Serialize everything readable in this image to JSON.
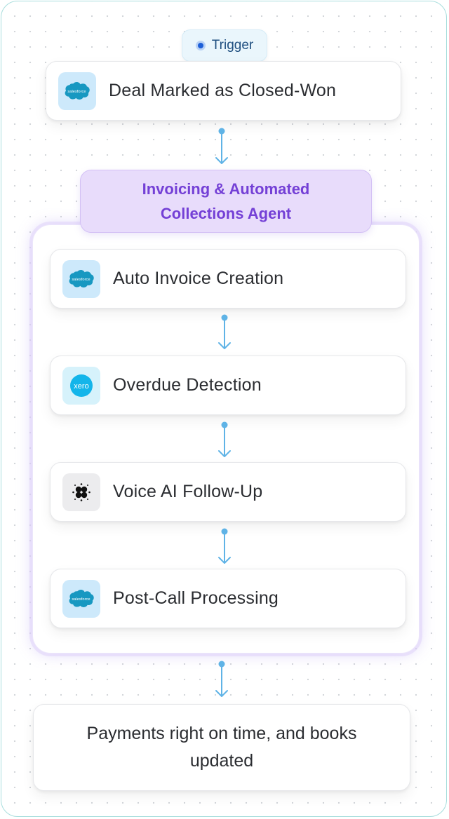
{
  "trigger": {
    "badge_label": "Trigger",
    "card": {
      "label": "Deal Marked as Closed-Won",
      "icon": "salesforce-icon"
    }
  },
  "agent": {
    "title_lines": [
      "Invoicing & Automated",
      "Collections Agent"
    ],
    "steps": [
      {
        "label": "Auto Invoice Creation",
        "icon": "salesforce-icon"
      },
      {
        "label": "Overdue Detection",
        "icon": "xero-icon"
      },
      {
        "label": "Voice AI Follow-Up",
        "icon": "voice-ai-icon"
      },
      {
        "label": "Post-Call Processing",
        "icon": "salesforce-icon"
      }
    ]
  },
  "outcome": {
    "lines": [
      "Payments right on time, and books",
      "updated"
    ]
  },
  "logo_text": {
    "salesforce": "salesforce",
    "xero": "xero"
  },
  "colors": {
    "frame_border": "#a8dedd",
    "arrow": "#5fb3e6",
    "agent_text": "#7440d6",
    "agent_header_bg": "#e8dcfb",
    "salesforce": "#1798c1",
    "xero": "#13b5ea"
  }
}
